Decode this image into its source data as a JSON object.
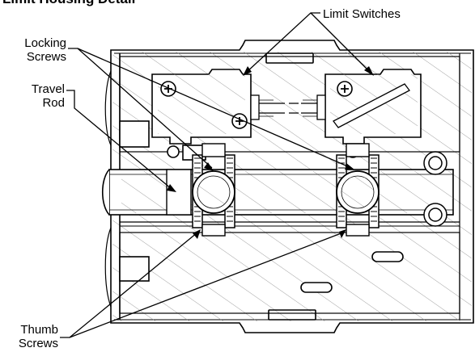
{
  "title": "Limit Housing Detail",
  "labels": {
    "limit_switches": "Limit Switches",
    "locking_screws": [
      "Locking",
      "Screws"
    ],
    "travel_rod": [
      "Travel",
      "Rod"
    ],
    "thumb_screws": [
      "Thumb",
      "Screws"
    ]
  },
  "colors": {
    "line": "#000000",
    "background": "#ffffff",
    "hatch": "#8a8a8a"
  }
}
